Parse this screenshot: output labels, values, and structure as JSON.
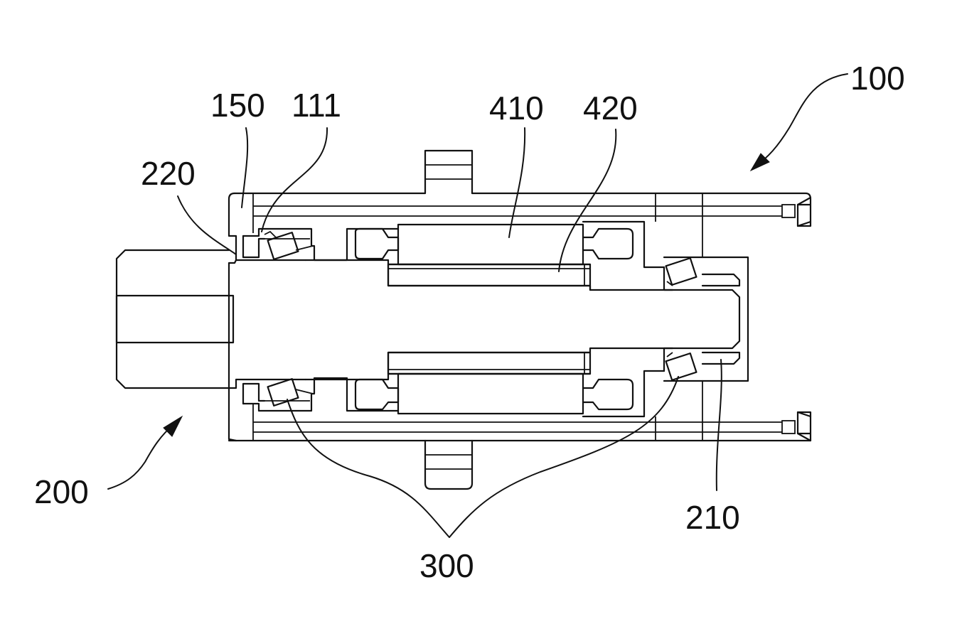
{
  "figure": {
    "labels": {
      "assembly": "100",
      "part_111": "111",
      "part_150": "150",
      "shaft": "200",
      "part_210": "210",
      "part_220": "220",
      "bearings": "300",
      "stator": "410",
      "rotor": "420"
    },
    "colors": {
      "ink": "#111111",
      "paper": "#ffffff"
    }
  }
}
